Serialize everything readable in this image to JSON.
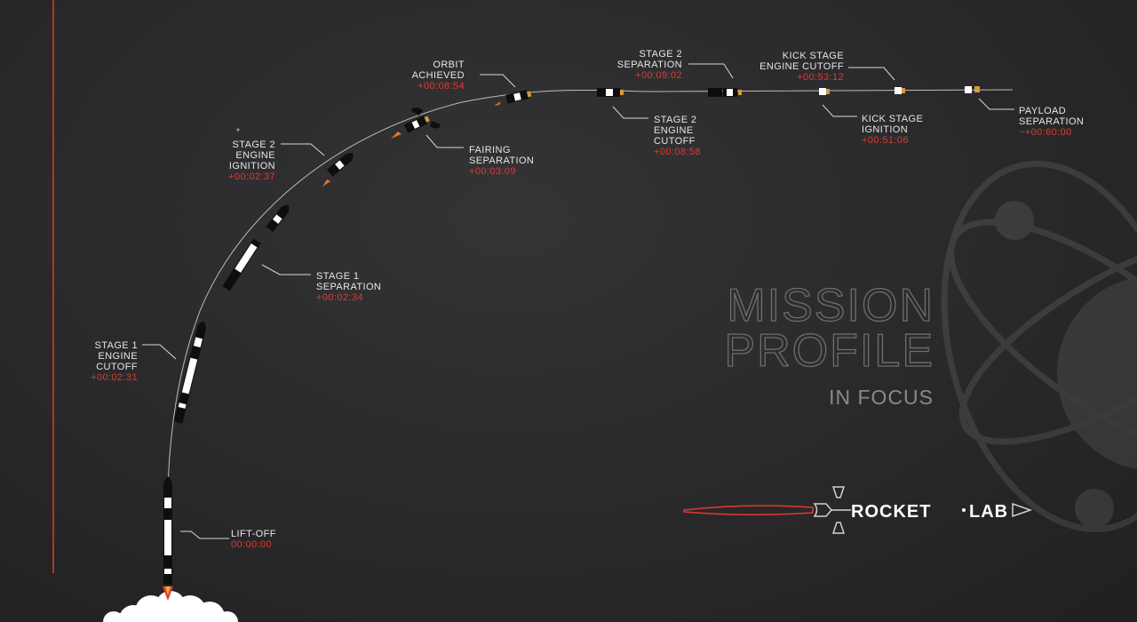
{
  "title": {
    "line1": "MISSION",
    "line2": "PROFILE",
    "subtitle": "IN FOCUS"
  },
  "brand": {
    "name_left": "ROCKET",
    "name_right": "LAB"
  },
  "colors": {
    "background": "#2b2b2d",
    "accent_red": "#e03a2e",
    "text_light": "#e6e6e6",
    "title_grey": "#6a6a6c"
  },
  "events": {
    "liftoff": {
      "lines": [
        "LIFT-OFF"
      ],
      "time": "00:00:00"
    },
    "s1_cutoff": {
      "lines": [
        "STAGE 1",
        "ENGINE",
        "CUTOFF"
      ],
      "time": "+00:02:31"
    },
    "s1_sep": {
      "lines": [
        "STAGE 1",
        "SEPARATION"
      ],
      "time": "+00:02:34"
    },
    "s2_ignition": {
      "lines": [
        "STAGE 2",
        "ENGINE",
        "IGNITION"
      ],
      "time": "+00:02:37"
    },
    "fairing_sep": {
      "lines": [
        "FAIRING",
        "SEPARATION"
      ],
      "time": "+00:03:09"
    },
    "orbit": {
      "lines": [
        "ORBIT",
        "ACHIEVED"
      ],
      "time": "+00:08:54"
    },
    "s2_cutoff": {
      "lines": [
        "STAGE 2",
        "ENGINE",
        "CUTOFF"
      ],
      "time": "+00:08:58"
    },
    "s2_sep": {
      "lines": [
        "STAGE 2",
        "SEPARATION"
      ],
      "time": "+00:09:02"
    },
    "kick_ign": {
      "lines": [
        "KICK STAGE",
        "IGNITION"
      ],
      "time": "+00:51:06"
    },
    "kick_cutoff": {
      "lines": [
        "KICK STAGE",
        "ENGINE CUTOFF"
      ],
      "time": "+00:53:12"
    },
    "payload_sep": {
      "lines": [
        "PAYLOAD",
        "SEPARATION"
      ],
      "time": "~+00:60:00"
    }
  }
}
